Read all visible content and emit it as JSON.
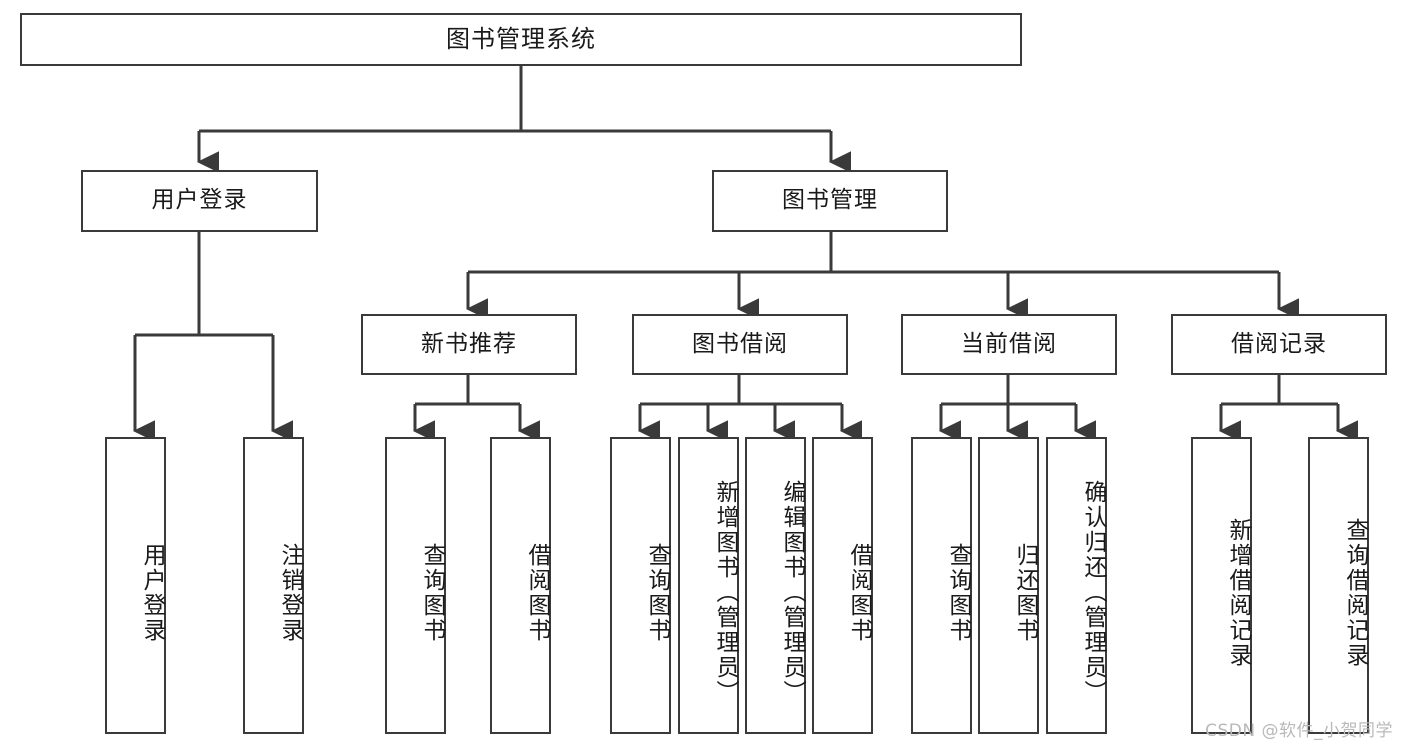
{
  "diagram": {
    "title_node": {
      "label": "图书管理系统"
    },
    "level1": [
      {
        "id": "user-login",
        "label": "用户登录"
      },
      {
        "id": "book-management",
        "label": "图书管理"
      }
    ],
    "level2": [
      {
        "id": "new-book-recommend",
        "label": "新书推荐"
      },
      {
        "id": "book-borrow",
        "label": "图书借阅"
      },
      {
        "id": "current-borrow",
        "label": "当前借阅"
      },
      {
        "id": "borrow-record",
        "label": "借阅记录"
      }
    ],
    "leaves": [
      {
        "id": "leaf-user-login",
        "label": "用户登录"
      },
      {
        "id": "leaf-logout-login",
        "label": "注销登录"
      },
      {
        "id": "leaf-query-book-1",
        "label": "查询图书"
      },
      {
        "id": "leaf-borrow-book-1",
        "label": "借阅图书"
      },
      {
        "id": "leaf-query-book-2",
        "label": "查询图书"
      },
      {
        "id": "leaf-add-book",
        "label": "新增图书（管理员）"
      },
      {
        "id": "leaf-edit-book",
        "label": "编辑图书（管理员）"
      },
      {
        "id": "leaf-borrow-book-2",
        "label": "借阅图书"
      },
      {
        "id": "leaf-query-book-3",
        "label": "查询图书"
      },
      {
        "id": "leaf-return-book",
        "label": "归还图书"
      },
      {
        "id": "leaf-confirm-return",
        "label": "确认归还（管理员）"
      },
      {
        "id": "leaf-add-borrow-record",
        "label": "新增借阅记录"
      },
      {
        "id": "leaf-query-borrow-record",
        "label": "查询借阅记录"
      }
    ]
  },
  "watermark": {
    "text": "CSDN @软件_小贺同学"
  },
  "colors": {
    "border": "#3a3a3a",
    "edge": "#3a3a3a",
    "background": "#ffffff",
    "text": "#1a1a1a",
    "watermark": "#b9b9b9"
  }
}
